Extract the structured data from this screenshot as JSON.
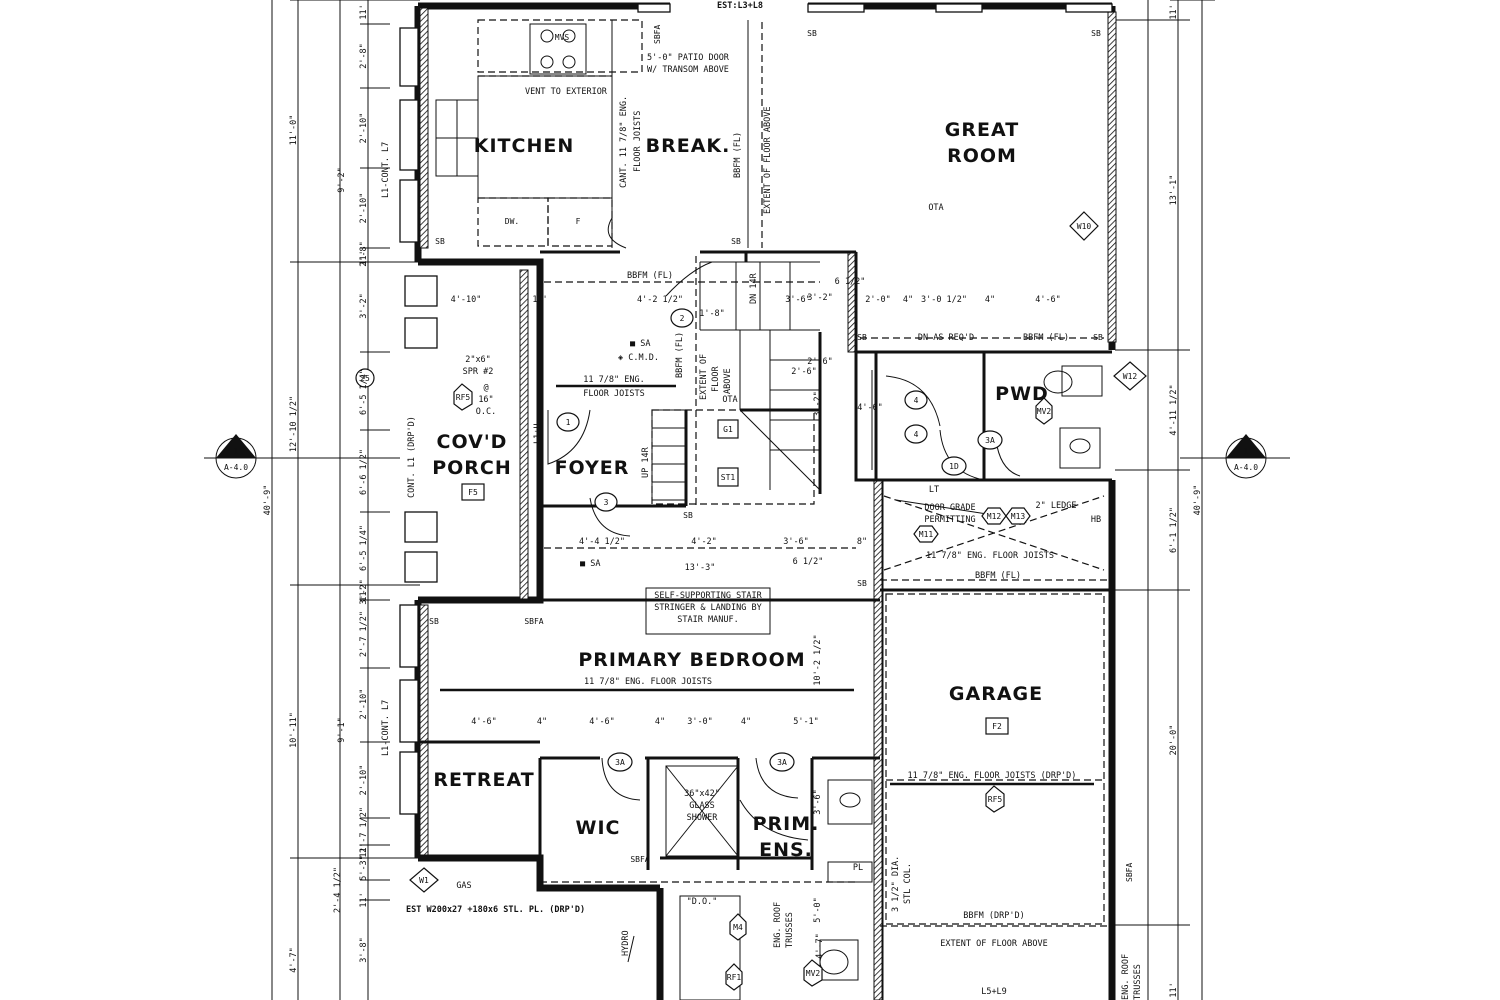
{
  "rooms": {
    "kitchen": "KITCHEN",
    "break": "BREAK.",
    "great_room_1": "GREAT",
    "great_room_2": "ROOM",
    "pwd": "PWD",
    "covd_porch_1": "COV'D",
    "covd_porch_2": "PORCH",
    "foyer": "FOYER",
    "primary_bedroom": "PRIMARY BEDROOM",
    "garage": "GARAGE",
    "retreat": "RETREAT",
    "wic": "WIC",
    "prim_ens_1": "PRIM.",
    "prim_ens_2": "ENS."
  },
  "notes": {
    "est_top": "EST:L3+L8",
    "patio_door_1": "5'-0\" PATIO DOOR",
    "patio_door_2": "W/ TRANSOM ABOVE",
    "vent": "VENT TO EXTERIOR",
    "mvs": "MVS",
    "dw": "DW.",
    "f": "F",
    "cant_joists_1": "CANT. 11 7/8\" ENG.",
    "cant_joists_2": "FLOOR JOISTS",
    "bbfm_fl_v": "BBFM (FL)",
    "extent_floor_above_v": "EXTENT OF FLOOR ABOVE",
    "ota_great": "OTA",
    "bbfm_fl_1": "BBFM (FL)",
    "dn_14r": "DN 14R",
    "dn_as_reqd": "DN AS REQ'D",
    "bbfm_fl_2": "BBFM (FL)",
    "sa_1": "■ SA",
    "cmd": "◈ C.M.D.",
    "bbfm_fl_stair": "BBFM (FL)",
    "extent_of": "EXTENT OF",
    "floor": "FLOOR",
    "above": "ABOVE",
    "ota_stair": "OTA",
    "spr_1": "2\"x6\"",
    "spr_2": "SPR #2",
    "at": "@",
    "oc_16": "16\"",
    "oc": "O.C.",
    "joists_porch_1": "11 7/8\" ENG.",
    "joists_porch_2": "FLOOR JOISTS",
    "l1u": "L1+U",
    "up_14r": "UP 14R",
    "cont_l1": "CONT. L1 (DRP'D)",
    "l1_cont_l7_a": "L1-CONT. L7",
    "l1_cont_l7_b": "L1-CONT. L7",
    "door_grade_1": "DOOR GRADE",
    "door_grade_2": "PERMITTING",
    "ledge": "2\" LEDGE",
    "hb": "HB",
    "joists_mid": "11 7/8\" ENG. FLOOR JOISTS",
    "bbfm_fl_3": "BBFM (FL)",
    "sa_2": "■ SA",
    "stair_note_1": "SELF-SUPPORTING STAIR",
    "stair_note_2": "STRINGER & LANDING BY",
    "stair_note_3": "STAIR MANUF.",
    "joists_bed": "11 7/8\" ENG. FLOOR JOISTS",
    "joists_garage": "11 7/8\" ENG. FLOOR JOISTS (DRP'D)",
    "shower_1": "36\"x42\"",
    "shower_2": "GLASS",
    "shower_3": "SHOWER",
    "gas": "GAS",
    "est_beam": "EST W200x27 +180x6 STL. PL. (DRP'D)",
    "hydro": "HYDRO",
    "do": "\"D.O.\"",
    "roof_trusses_1": "ENG. ROOF",
    "roof_trusses_2": "TRUSSES",
    "roof_trusses_3": "ENG. ROOF",
    "roof_trusses_4": "TRUSSES",
    "stl_col_1": "3 1/2\" DIA.",
    "stl_col_2": "STL COL.",
    "bbfm_drpd": "BBFM (DRP'D)",
    "extent_floor_above": "EXTENT OF FLOOR ABOVE",
    "l5l9": "L5+L9",
    "lt": "LT",
    "pl": "PL",
    "sb": "SB",
    "sbfa": "SBFA"
  },
  "tags": {
    "w10": "W10",
    "w12": "W12",
    "w1": "W1",
    "mv2": "MV2",
    "rf5": "RF5",
    "f5": "F5",
    "f2": "F2",
    "g1": "G1",
    "st1": "ST1",
    "m11": "M11",
    "m12": "M12",
    "m13": "M13",
    "d1": "1",
    "d2": "2",
    "d3": "3",
    "d4": "4",
    "d1d": "1D",
    "d3a": "3A",
    "d25": "25",
    "m4": "M4",
    "rf1": "RF1",
    "section_num": "1",
    "section_sheet": "A-4.0"
  },
  "dims": {
    "top_left": [
      "11'",
      "2'-8\"",
      "2'-10\"",
      "2'-10\"",
      "2'-8\"",
      "11'",
      "3'-2\"",
      "6'-5 1/4\"",
      "6'-6 1/2\"",
      "6'-5 1/4\"",
      "3'-2\"",
      "11'",
      "2'-7 1/2\"",
      "2'-10\"",
      "2'-10\"",
      "2'-7 1/2\"",
      "11'",
      "5'-3\"",
      "2'-4 1/2\"",
      "11'",
      "3'-8\""
    ],
    "outer_left": [
      "11'-0\"",
      "9'-2\"",
      "12'-10 1/2\"",
      "40'-9\"",
      "10'-11\"",
      "9'-1\"",
      "4'-7\""
    ],
    "right": [
      "11'",
      "13'-1\"",
      "4'-11 1/2\"",
      "6'-1 1/2\"",
      "40'-9\"",
      "20'-0\"",
      "11'"
    ],
    "inner": [
      "4'-10\"",
      "11'",
      "4'-2 1/2\"",
      "1'-8\"",
      "3'-6\"",
      "3'-2\"",
      "2'-6\"",
      "6 1/2\"",
      "2'-0\"",
      "4\"",
      "3'-0 1/2\"",
      "4\"",
      "4'-6\"",
      "4'-4 1/2\"",
      "4'-2\"",
      "3'-6\"",
      "6 1/2\"",
      "8\"",
      "13'-3\"",
      "10'-2 1/2\"",
      "4'-6\"",
      "4\"",
      "4'-6\"",
      "4\"",
      "3'-0\"",
      "4\"",
      "5'-1\"",
      "3'-6\"",
      "5'-0\"",
      "4'-7\"",
      "9'-2\"",
      "3'-2\"",
      "4'-6\"",
      "2'-6\""
    ]
  }
}
